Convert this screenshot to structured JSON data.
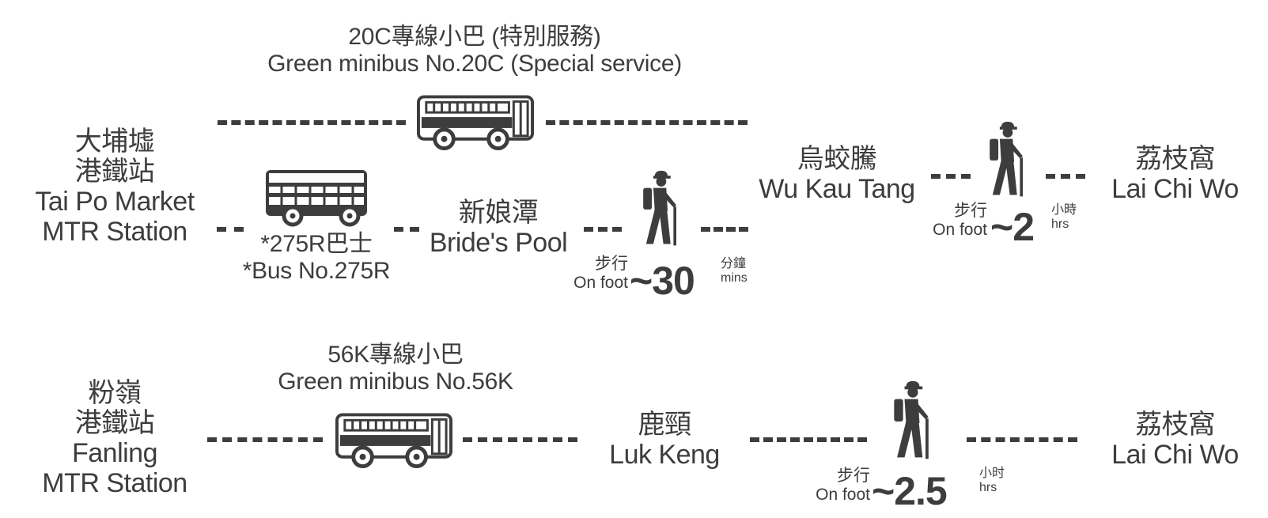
{
  "route1": {
    "minibus_zh": "20C專線小巴 (特別服務)",
    "minibus_en": "Green minibus No.20C (Special service)",
    "origin_zh_1": "大埔墟",
    "origin_zh_2": "港鐵站",
    "origin_en_1": "Tai Po Market",
    "origin_en_2": "MTR Station",
    "bus_zh": "*275R巴士",
    "bus_en": "*Bus No.275R",
    "stop_zh": "新娘潭",
    "stop_en": "Bride's Pool",
    "walk1_zh": "步行",
    "walk1_en": "On foot",
    "walk1_value": "~30",
    "walk1_unit_zh": "分鐘",
    "walk1_unit_en": "mins",
    "transfer_zh": "烏蛟騰",
    "transfer_en": "Wu Kau Tang",
    "walk2_zh": "步行",
    "walk2_en": "On foot",
    "walk2_value": "~2",
    "walk2_unit_zh": "小時",
    "walk2_unit_en": "hrs",
    "dest_zh": "荔枝窩",
    "dest_en": "Lai Chi Wo"
  },
  "route2": {
    "minibus_zh": "56K專線小巴",
    "minibus_en": "Green minibus No.56K",
    "origin_zh_1": "粉嶺",
    "origin_zh_2": "港鐵站",
    "origin_en_1": "Fanling",
    "origin_en_2": "MTR Station",
    "stop_zh": "鹿頸",
    "stop_en": "Luk Keng",
    "walk_zh": "步行",
    "walk_en": "On foot",
    "walk_value": "~2.5",
    "walk_unit_zh": "小时",
    "walk_unit_en": "hrs",
    "dest_zh": "荔枝窩",
    "dest_en": "Lai Chi Wo"
  },
  "icons": {
    "minibus": "minibus-icon",
    "double_decker_bus": "double-decker-bus-icon",
    "hiker": "hiker-icon"
  },
  "colors": {
    "ink": "#3d3d3d",
    "background": "#ffffff"
  }
}
